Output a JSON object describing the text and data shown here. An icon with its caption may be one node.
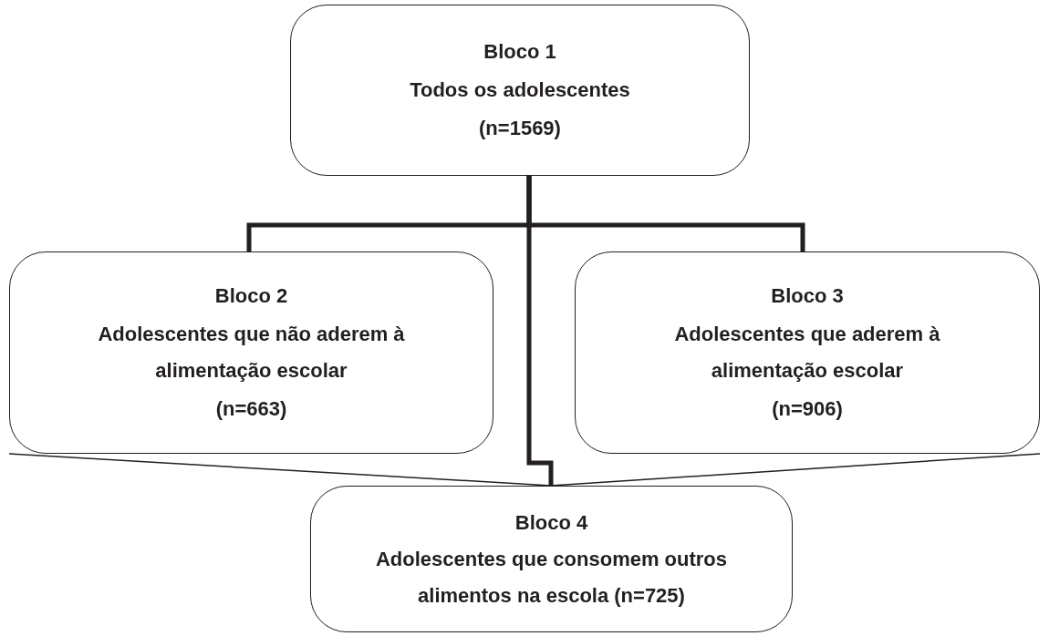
{
  "diagram": {
    "nodes": [
      {
        "text": [
          "Bloco 1",
          "Todos os adolescentes",
          "(n=1569)"
        ]
      },
      {
        "text": [
          "Bloco 2",
          "Adolescentes que não aderem à alimentação escolar",
          "(n=663)"
        ]
      },
      {
        "text": [
          "Bloco 3",
          "Adolescentes que aderem à alimentação escolar",
          "(n=906)"
        ]
      },
      {
        "text": [
          "Bloco 4",
          "Adolescentes que consomem outros alimentos na escola (n=725)"
        ]
      }
    ],
    "edges": [
      {
        "from": 0,
        "to": 1,
        "arrow": "none"
      },
      {
        "from": 0,
        "to": 2,
        "arrow": "none"
      },
      {
        "from": 0,
        "to": 3,
        "arrow": "none"
      },
      {
        "from": 1,
        "to": 3,
        "arrow": "none"
      },
      {
        "from": 2,
        "to": 3,
        "arrow": "none"
      }
    ]
  }
}
